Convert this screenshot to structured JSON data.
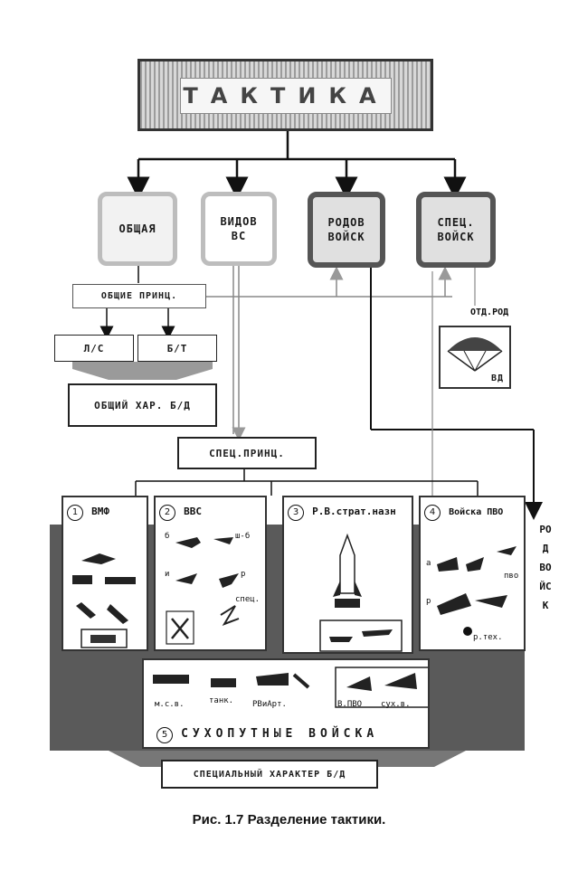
{
  "title": "ТАКТИКА",
  "categories": [
    "ОБЩАЯ",
    "ВИДОВ ВС",
    "РОДОВ ВОЙСК",
    "СПЕЦ. ВОЙСК"
  ],
  "general": {
    "principles": "ОБЩИЕ ПРИНЦ.",
    "ls": "Л/С",
    "bt": "Б/Т",
    "character": "ОБЩИЙ ХАР.  Б/Д"
  },
  "special_principles": "СПЕЦ.ПРИНЦ.",
  "special_troops": {
    "label": "ОТД.РОД",
    "badge": "ВД"
  },
  "branches": [
    {
      "num": "1",
      "name": "ВМФ"
    },
    {
      "num": "2",
      "name": "ВВС"
    },
    {
      "num": "3",
      "name": "Р.В.страт.назн"
    },
    {
      "num": "4",
      "name": "Войска ПВО"
    }
  ],
  "vvs_labels": {
    "b": "б",
    "shb": "ш-б",
    "i": "и",
    "r": "р",
    "spec": "спец."
  },
  "pvo_labels": {
    "a": "а",
    "pvo": "пво",
    "r": "р",
    "rtex": "р.тех."
  },
  "ground": {
    "num": "5",
    "name": "СУХОПУТНЫЕ ВОЙСКА",
    "units": [
      "м.с.в.",
      "танк.",
      "РВиАрт.",
      "В.ПВО",
      "сух.в."
    ]
  },
  "side_text": "РОД ВОЙСК",
  "special_character": "СПЕЦИАЛЬНЫЙ  ХАРАКТЕР  Б/Д",
  "caption": "Рис. 1.7  Разделение тактики."
}
